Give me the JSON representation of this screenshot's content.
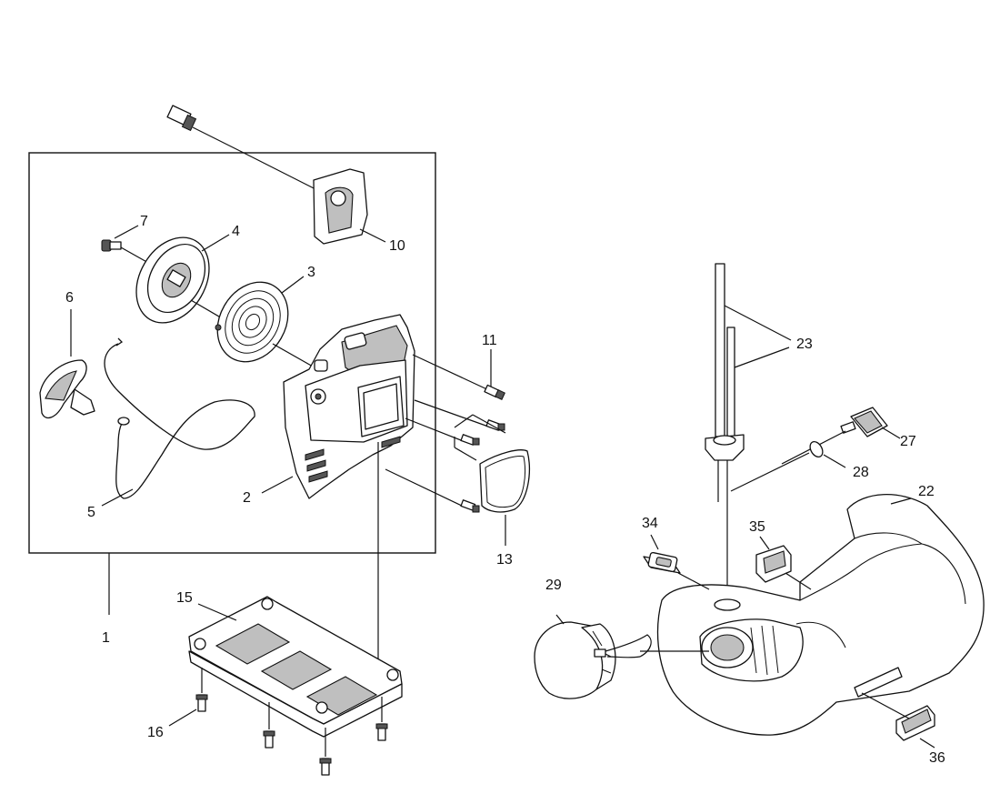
{
  "diagram": {
    "part_labels": {
      "p1": "1",
      "p2": "2",
      "p3": "3",
      "p4": "4",
      "p5": "5",
      "p6": "6",
      "p7": "7",
      "p10": "10",
      "p11": "11",
      "p13": "13",
      "p15": "15",
      "p16": "16",
      "p22": "22",
      "p23": "23",
      "p27": "27",
      "p28": "28",
      "p29": "29",
      "p34": "34",
      "p35": "35",
      "p36": "36"
    }
  }
}
